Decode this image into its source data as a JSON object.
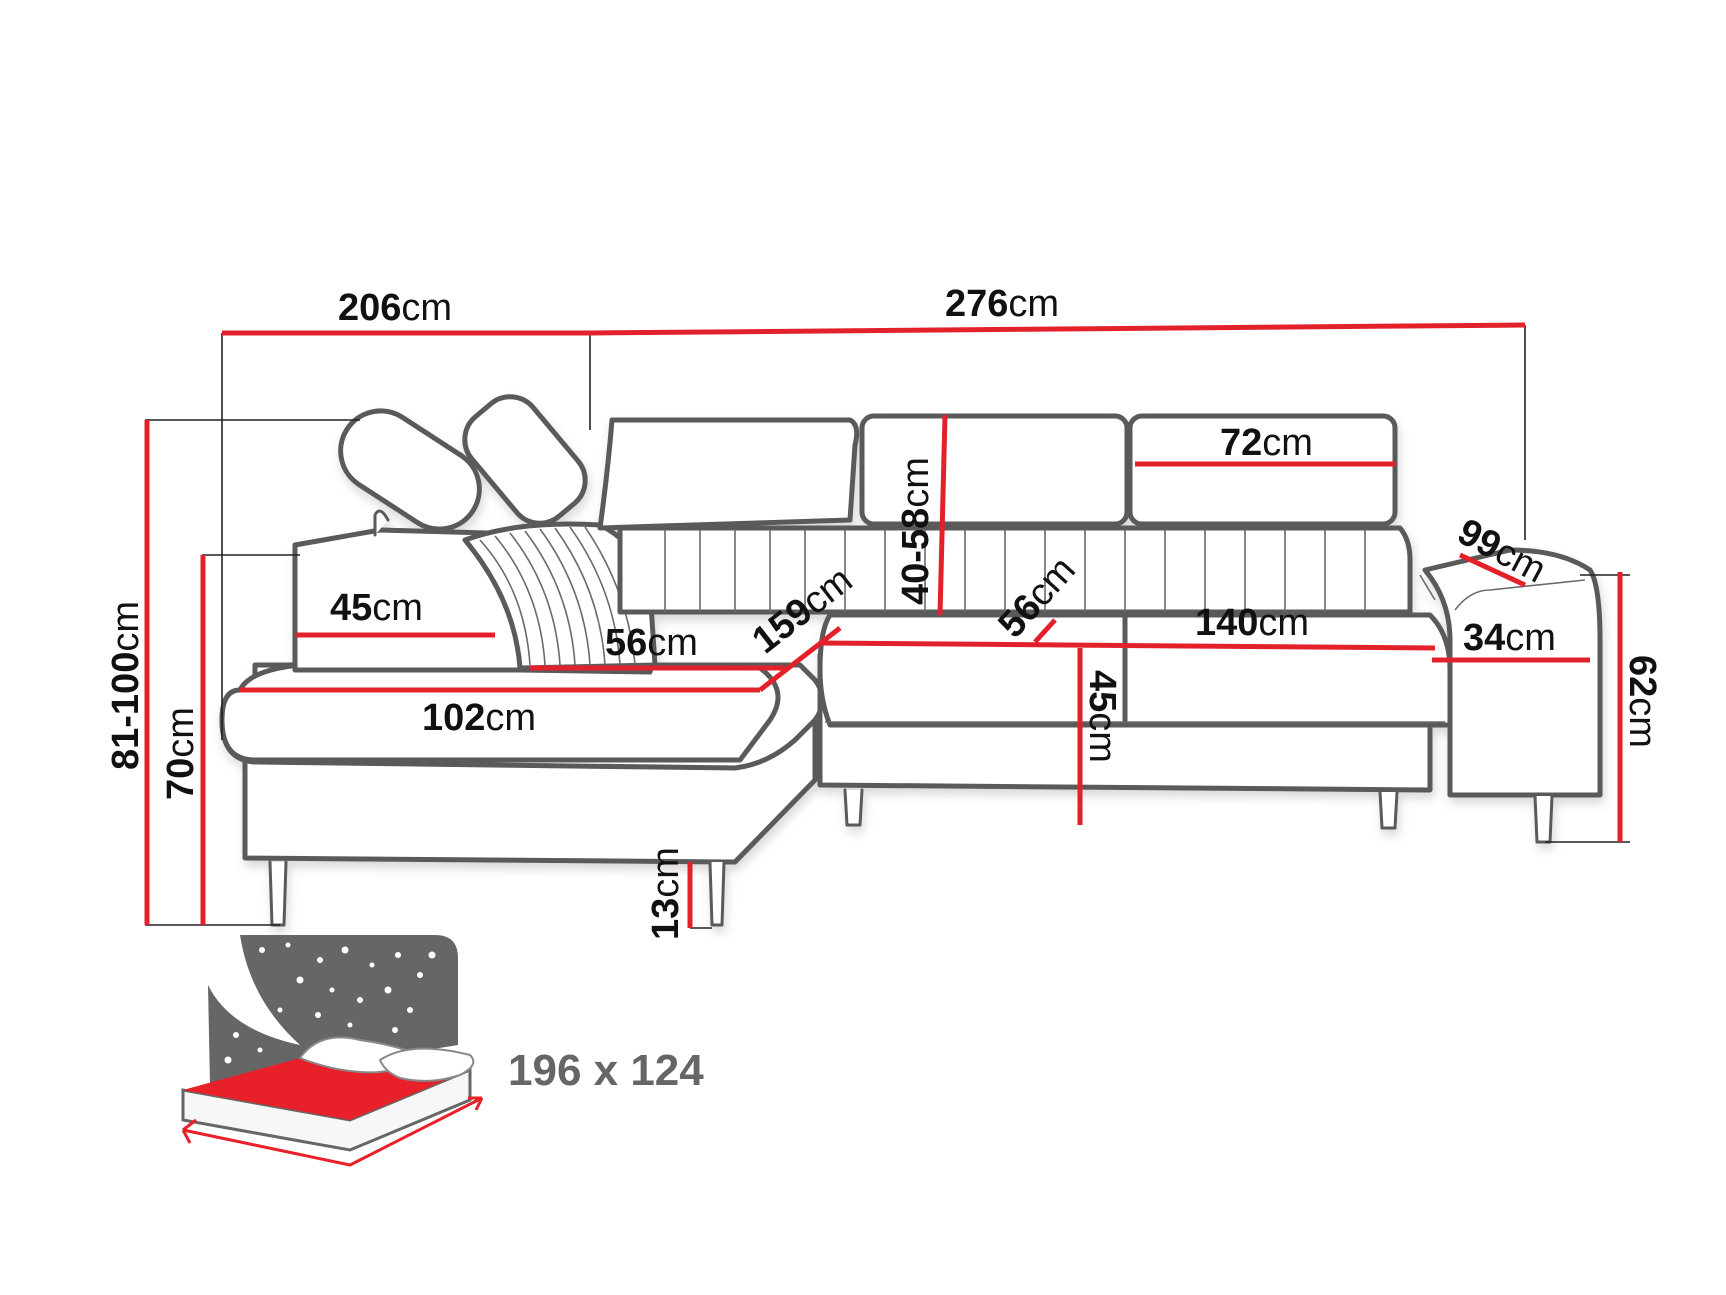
{
  "diagram": {
    "subject": "Corner sofa dimensions",
    "unit": "cm",
    "colors": {
      "dimension_line": "#e3212b",
      "outline": "#5a5a5a",
      "label": "#111111",
      "bed_icon_gray": "#666666",
      "bed_icon_red": "#e8202a"
    },
    "labels": {
      "total_left_width": {
        "value": "206",
        "unit": "cm"
      },
      "total_right_width": {
        "value": "276",
        "unit": "cm"
      },
      "headrest_width": {
        "value": "72",
        "unit": "cm"
      },
      "headrest_height": {
        "value": "40-58",
        "unit": "cm"
      },
      "armrest_depth": {
        "value": "99",
        "unit": "cm"
      },
      "armrest_width": {
        "value": "34",
        "unit": "cm"
      },
      "armrest_height": {
        "value": "62",
        "unit": "cm"
      },
      "total_height": {
        "value": "81-100",
        "unit": "cm"
      },
      "back_height": {
        "value": "70",
        "unit": "cm"
      },
      "chaise_back_depth": {
        "value": "45",
        "unit": "cm"
      },
      "chaise_seat_depth": {
        "value": "56",
        "unit": "cm"
      },
      "chaise_length": {
        "value": "102",
        "unit": "cm"
      },
      "corner_diagonal": {
        "value": "159",
        "unit": "cm"
      },
      "seat_depth": {
        "value": "56",
        "unit": "cm"
      },
      "seat_width": {
        "value": "140",
        "unit": "cm"
      },
      "seat_height": {
        "value": "45",
        "unit": "cm"
      },
      "leg_height": {
        "value": "13",
        "unit": "cm"
      }
    },
    "bed_icon": {
      "name": "sleeping-function-icon",
      "sleeping_area": "196 x 124"
    }
  }
}
